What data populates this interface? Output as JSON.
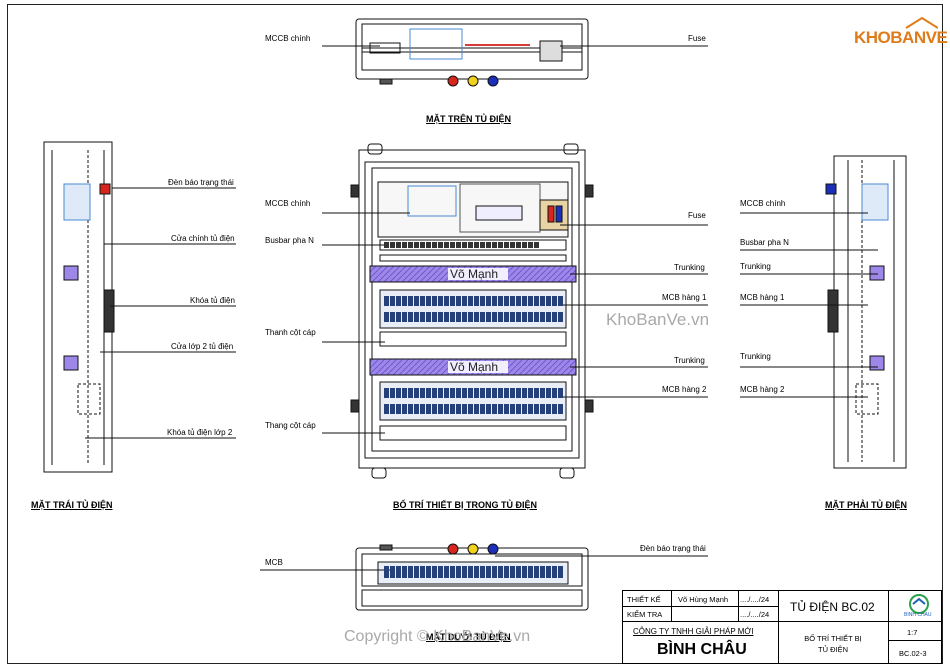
{
  "logo": {
    "text": "KHOBANVE",
    "brand_color": "#e07b1a"
  },
  "watermarks": {
    "center": "KhoBanVe.vn",
    "bottom": "Copyright © KhoBanVe.vn",
    "panel_banner_1": "Võ Mạnh",
    "panel_banner_2": "Võ Mạnh"
  },
  "views": {
    "top": {
      "title": "MẶT TRÊN TỦ ĐIỆN",
      "label_left": "MCCB  chính",
      "label_right": "Fuse"
    },
    "front": {
      "title": "BỐ TRÍ THIẾT BỊ TRONG TỦ ĐIỆN",
      "left_labels": [
        "MCCB  chính",
        "Busbar pha N",
        "Thanh cột cáp",
        "Thang cột cáp"
      ],
      "right_labels": [
        "Fuse",
        "Trunking",
        "MCB hàng 1",
        "Trunking",
        "MCB hàng 2"
      ]
    },
    "left": {
      "title": "MẶT TRÁI TỦ ĐIỆN",
      "labels": [
        "Đèn báo trạng thái",
        "Cửa chính tủ điện",
        "Khóa tủ điện",
        "Cửa lớp 2 tủ điện",
        "Khóa tủ điện lớp 2"
      ]
    },
    "right": {
      "title": "MẶT PHẢI TỦ ĐIỆN",
      "labels": [
        "MCCB  chính",
        "Busbar pha N",
        "Trunking",
        "MCB hàng 1",
        "Trunking",
        "MCB hàng 2"
      ]
    },
    "bottom": {
      "title": "MẶT DƯỚI TỦ ĐIỆN",
      "label_left": "MCB",
      "label_right": "Đèn báo trạng thái"
    }
  },
  "title_block": {
    "designed_label": "THIẾT KẾ",
    "designer": "Võ Hùng Mạnh",
    "designed_date": "..../..../24",
    "checked_label": "KIỂM TRA",
    "checked_date": "..../..../24",
    "drawing_name": "TỦ ĐIỆN BC.02",
    "company_line1": "CÔNG TY TNHH GIẢI PHÁP MỚI",
    "company_line2": "BÌNH CHÂU",
    "sheet_desc": "BỐ TRÍ THIẾT BỊ\nTỦ ĐIỆN",
    "scale": "1:7",
    "sheet_code": "BC.02-3",
    "client_logo_text": "BINH CHAU"
  },
  "colors": {
    "trunking": "#8f7ae0",
    "phase_red": "#d8261e",
    "phase_yellow": "#f1d11c",
    "phase_blue": "#1c2fb8",
    "mcb_blue": "#26407a"
  }
}
